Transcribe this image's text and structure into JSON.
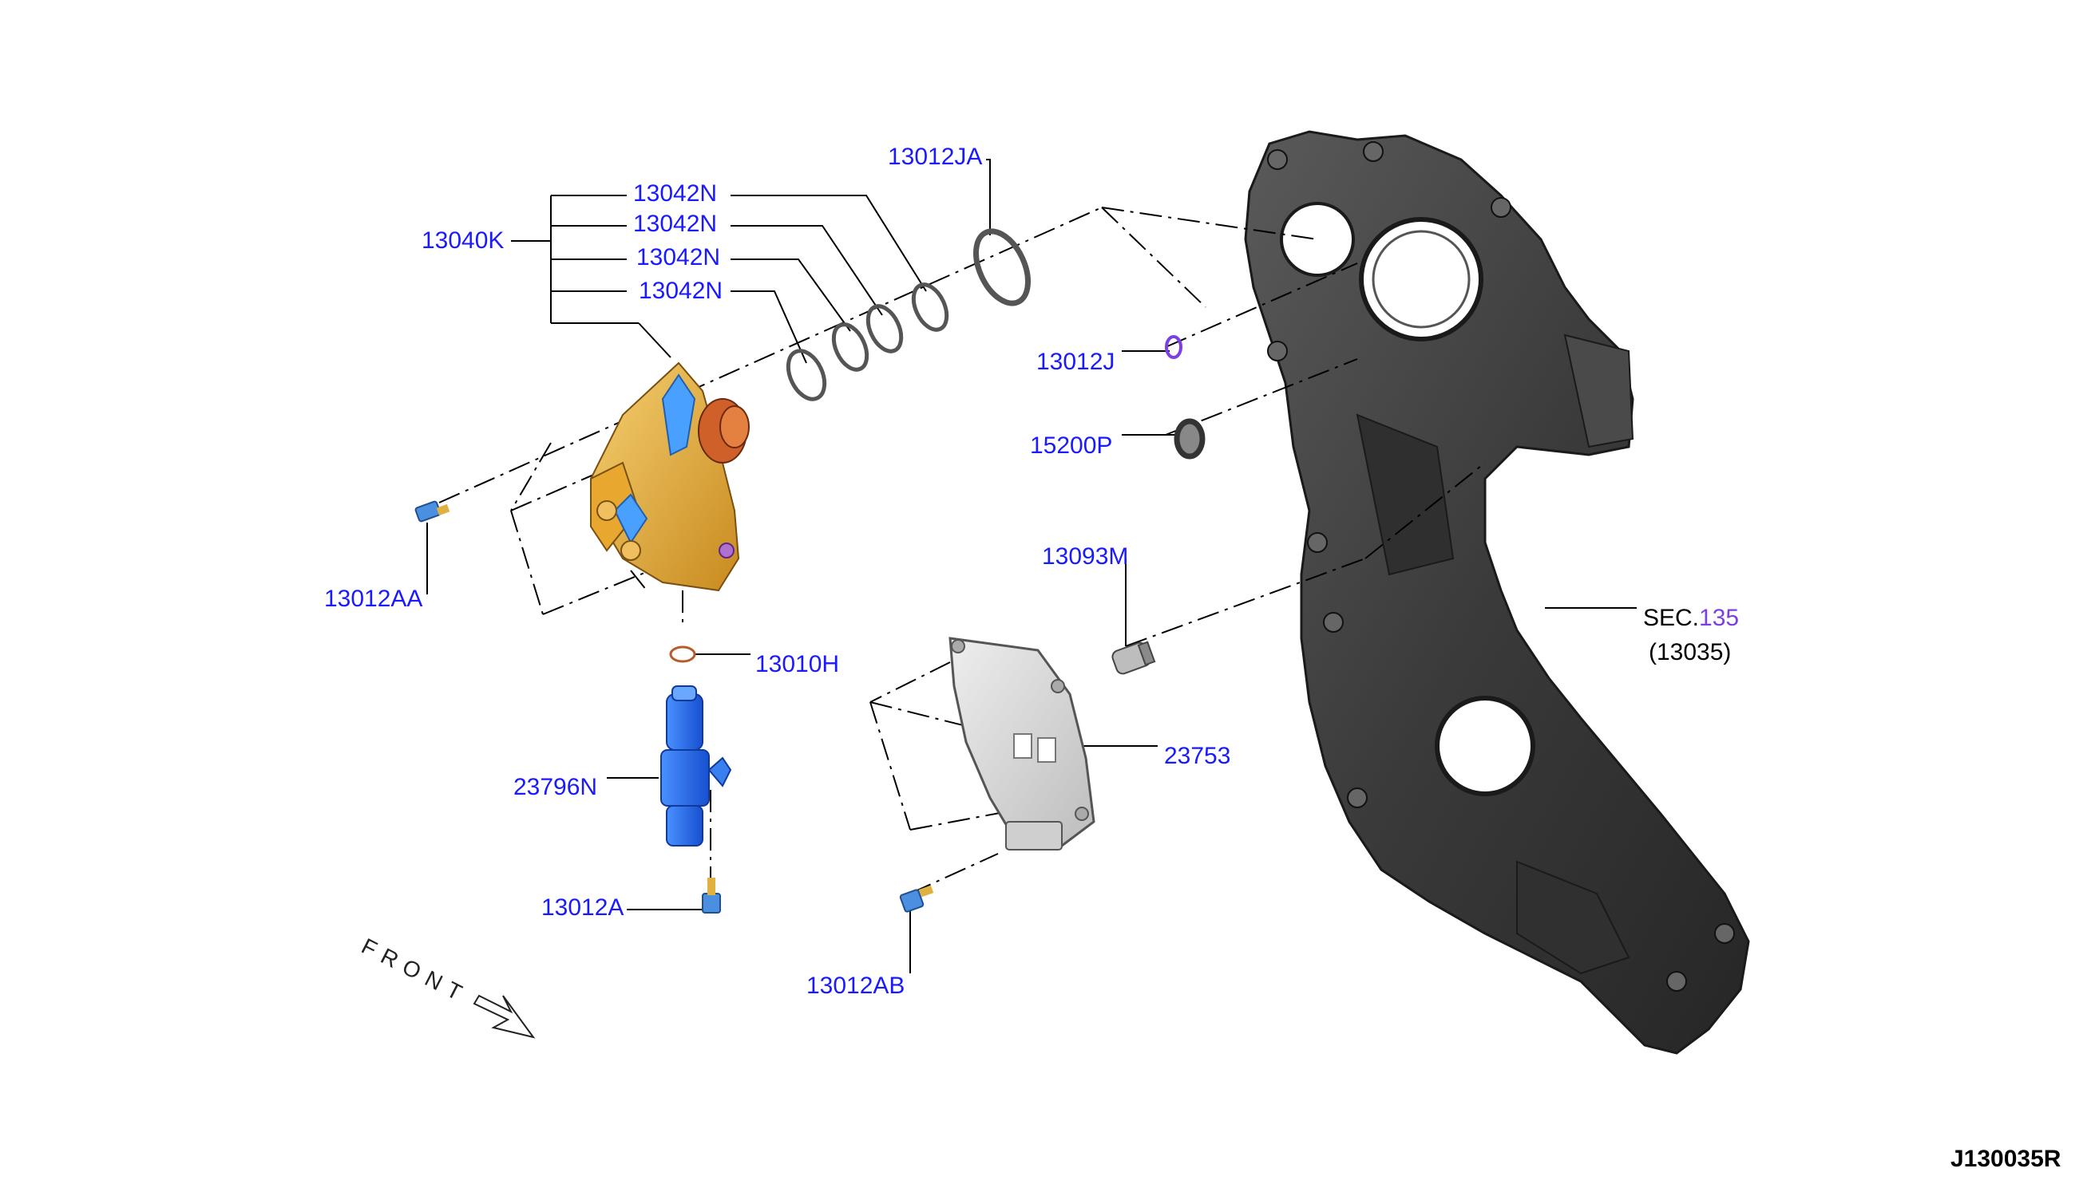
{
  "diagram_id": "J130035R",
  "front_label": "FRONT",
  "callouts": {
    "c13040K": "13040K",
    "c13042N_1": "13042N",
    "c13042N_2": "13042N",
    "c13042N_3": "13042N",
    "c13042N_4": "13042N",
    "c13012JA": "13012JA",
    "c13012J": "13012J",
    "c15200P": "15200P",
    "c13012AA": "13012AA",
    "c13010H": "13010H",
    "c13093M": "13093M",
    "c23753": "23753",
    "c23796N": "23796N",
    "c13012A": "13012A",
    "c13012AB": "13012AB"
  },
  "section_ref": {
    "prefix": "SEC.",
    "number": "135",
    "sub": "(13035)"
  },
  "colors": {
    "callout_text": "#1a1aff",
    "section_number": "#7b3fe4",
    "timing_cover": "#3a3a3a",
    "vtc_cover": "#e0b040",
    "solenoid": "#1f6fff",
    "pump_cover": "#d9d9d9"
  }
}
